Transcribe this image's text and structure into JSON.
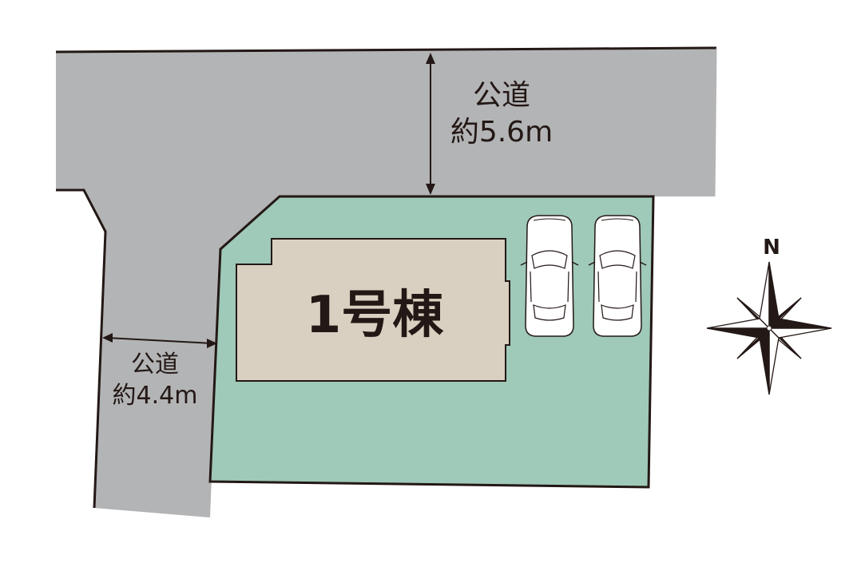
{
  "colors": {
    "road": "#b3b4b6",
    "lot": "#9fc9b8",
    "building": "#d9d0c1",
    "outline": "#231815",
    "car_body": "#ffffff",
    "background": "#ffffff"
  },
  "main_road": {
    "name": "公道",
    "width": "約5.6m"
  },
  "side_road": {
    "name": "公道",
    "width": "約4.4m"
  },
  "building": {
    "label": "1号棟"
  },
  "parking": {
    "cars": 2,
    "icon": "car-top-view-icon"
  },
  "compass": {
    "north_label": "N",
    "icon": "compass-rose-icon"
  }
}
